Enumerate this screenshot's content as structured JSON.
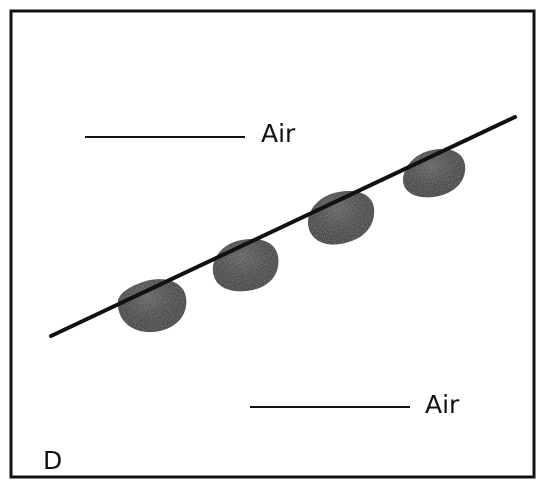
{
  "diagram": {
    "panel_letter": "D",
    "labels": {
      "air_upper": "Air",
      "air_lower": "Air"
    },
    "colors": {
      "frame": "#111111",
      "line": "#111111",
      "droplet": "#2b2b2b",
      "droplet_highlight": "#6a6a6a",
      "background": "#ffffff"
    },
    "droplet_count": 4
  }
}
